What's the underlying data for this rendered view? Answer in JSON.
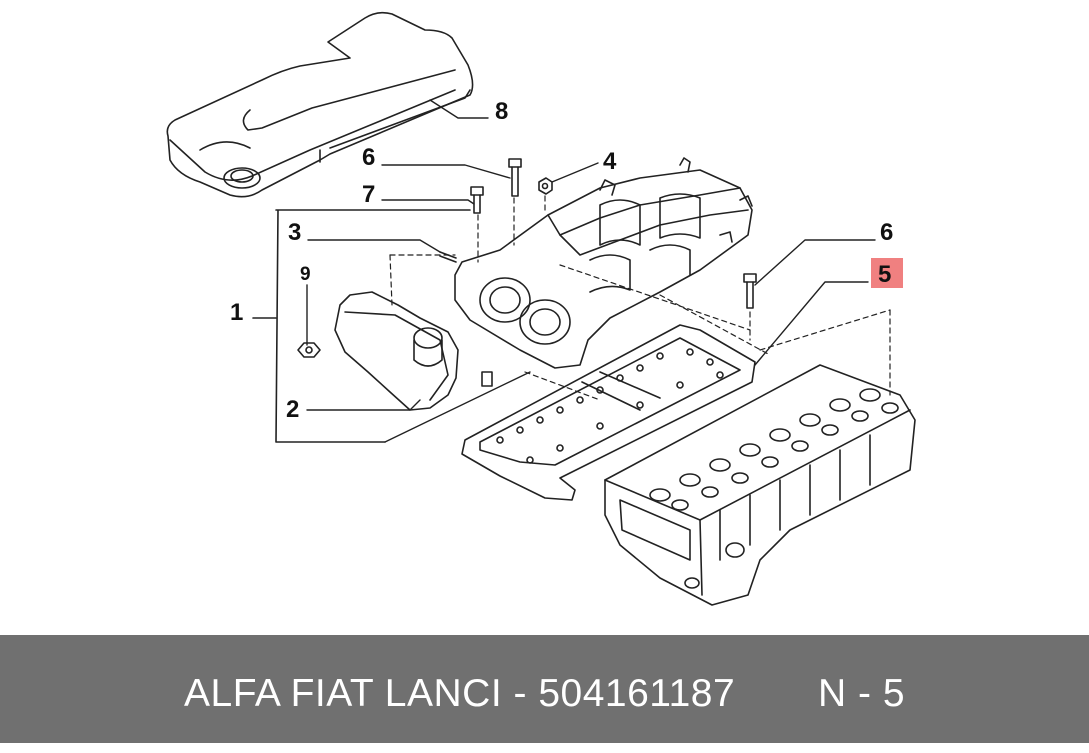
{
  "diagram": {
    "callouts": [
      {
        "id": "8",
        "text": "8",
        "highlighted": false
      },
      {
        "id": "6a",
        "text": "6",
        "highlighted": false
      },
      {
        "id": "4",
        "text": "4",
        "highlighted": false
      },
      {
        "id": "7",
        "text": "7",
        "highlighted": false
      },
      {
        "id": "3",
        "text": "3",
        "highlighted": false
      },
      {
        "id": "6b",
        "text": "6",
        "highlighted": false
      },
      {
        "id": "5",
        "text": "5",
        "highlighted": true
      },
      {
        "id": "9",
        "text": "9",
        "highlighted": false
      },
      {
        "id": "1",
        "text": "1",
        "highlighted": false
      },
      {
        "id": "2",
        "text": "2",
        "highlighted": false
      }
    ],
    "highlight_color": "#f08080",
    "line_color": "#222222"
  },
  "footer": {
    "part_text": "ALFA FIAT LANCI - 504161187",
    "callout_text": "N - 5",
    "background_color": "#707070",
    "text_color": "#ffffff"
  }
}
